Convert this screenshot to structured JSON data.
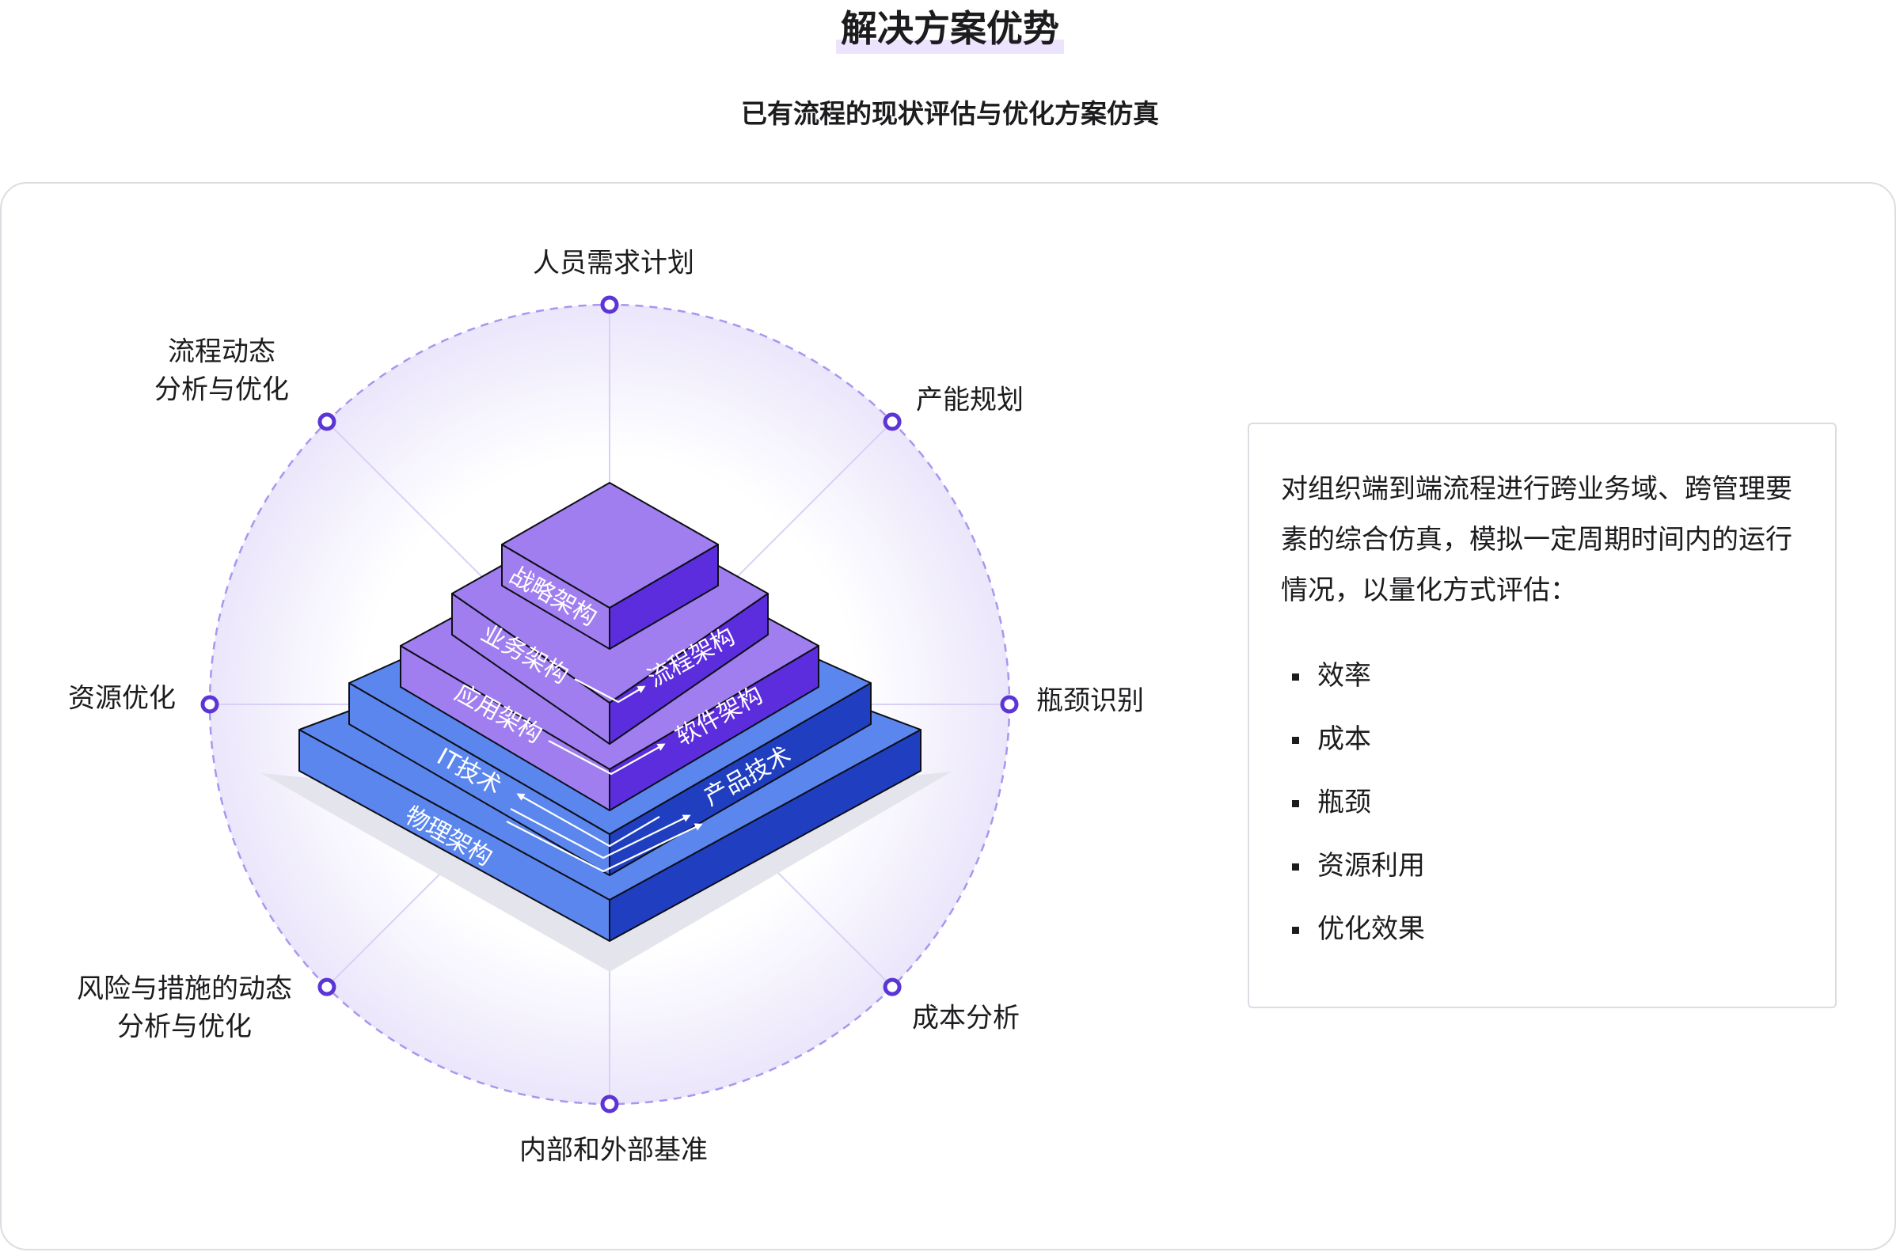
{
  "title": "解决方案优势",
  "subtitle": "已有流程的现状评估与优化方案仿真",
  "ring_labels": [
    {
      "lines": [
        "人员需求计划"
      ]
    },
    {
      "lines": [
        "产能规划"
      ]
    },
    {
      "lines": [
        "瓶颈识别"
      ]
    },
    {
      "lines": [
        "成本分析"
      ]
    },
    {
      "lines": [
        "内部和外部基准"
      ]
    },
    {
      "lines": [
        "风险与措施的动态",
        "分析与优化"
      ]
    },
    {
      "lines": [
        "资源优化"
      ]
    },
    {
      "lines": [
        "流程动态",
        "分析与优化"
      ]
    }
  ],
  "pyramid": {
    "left_labels": [
      "战略架构",
      "业务架构",
      "应用架构",
      "IT技术",
      "物理架构"
    ],
    "right_labels": [
      "流程架构",
      "软件架构",
      "产品技术"
    ]
  },
  "colors": {
    "accent": "#5b35d5",
    "tier_top_purple": "#a07ef0",
    "tier_side_purple": "#5c2ddd",
    "tier_top_blue": "#5a86ee",
    "tier_side_blue": "#1f3fc0"
  },
  "callout": {
    "description": "对组织端到端流程进行跨业务域、跨管理要素的综合仿真，模拟一定周期时间内的运行情况，以量化方式评估：",
    "items": [
      "效率",
      "成本",
      "瓶颈",
      "资源利用",
      "优化效果"
    ]
  }
}
